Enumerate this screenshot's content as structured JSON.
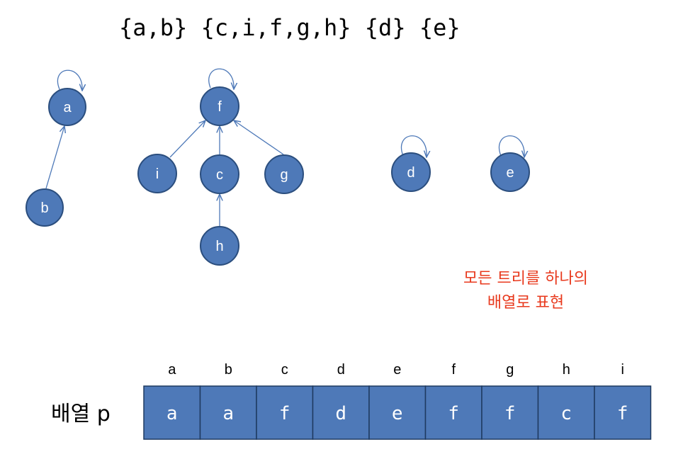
{
  "sets_line": "{a,b} {c,i,f,g,h} {d} {e}",
  "nodes": {
    "a": "a",
    "b": "b",
    "c": "c",
    "d": "d",
    "e": "e",
    "f": "f",
    "g": "g",
    "h": "h",
    "i": "i"
  },
  "note": {
    "line1": "모든  트리를  하나의",
    "line2": "배열로  표현"
  },
  "array": {
    "label": "배열 p",
    "indices": [
      "a",
      "b",
      "c",
      "d",
      "e",
      "f",
      "g",
      "h",
      "i"
    ],
    "values": [
      "a",
      "a",
      "f",
      "d",
      "e",
      "f",
      "f",
      "c",
      "f"
    ]
  },
  "colors": {
    "node_fill": "#4e79b8",
    "note_text": "#e8391d"
  }
}
